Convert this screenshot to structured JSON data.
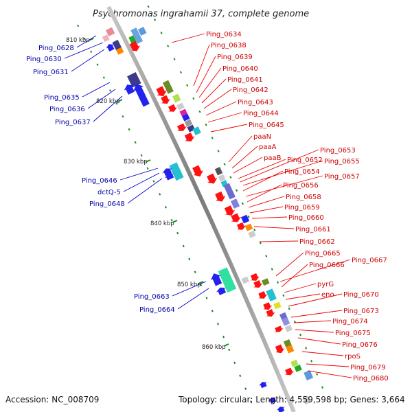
{
  "title": "Psychromonas ingrahamii 37, complete genome",
  "footer": {
    "accession": "Accession: NC_008709",
    "topology": "Topology: circular; Length: 4,559,598 bp; Genes: 3,664"
  },
  "colors": {
    "plus_strand_gene": "#0000ff",
    "minus_strand_gene": "#ff0000",
    "left_label": "#0000aa",
    "right_label": "#cc0000",
    "backbone": "#888888",
    "tick": "#1a8a1a"
  },
  "kbp_ticks": [
    "810 kbp",
    "820 kbp",
    "830 kbp",
    "840 kbp",
    "850 kbp",
    "860 kbp"
  ],
  "left_labels": [
    "Ping_0628",
    "Ping_0630",
    "Ping_0631",
    "Ping_0635",
    "Ping_0636",
    "Ping_0637",
    "Ping_0646",
    "dctQ-5",
    "Ping_0648",
    "Ping_0663",
    "Ping_0664"
  ],
  "right_labels": [
    "Ping_0634",
    "Ping_0638",
    "Ping_0639",
    "Ping_0640",
    "Ping_0641",
    "Ping_0642",
    "Ping_0643",
    "Ping_0644",
    "Ping_0645",
    "paaN",
    "paaA",
    "paaB",
    "Ping_0652",
    "Ping_0653",
    "Ping_0655",
    "Ping_0654",
    "Ping_0657",
    "Ping_0656",
    "Ping_0658",
    "Ping_0659",
    "Ping_0660",
    "Ping_0661",
    "Ping_0662",
    "Ping_0665",
    "Ping_0667",
    "Ping_0666",
    "pyrG",
    "eno",
    "Ping_0670",
    "Ping_0673",
    "Ping_0674",
    "Ping_0675",
    "Ping_0676",
    "rpoS",
    "Ping_0679",
    "Ping_0680"
  ]
}
